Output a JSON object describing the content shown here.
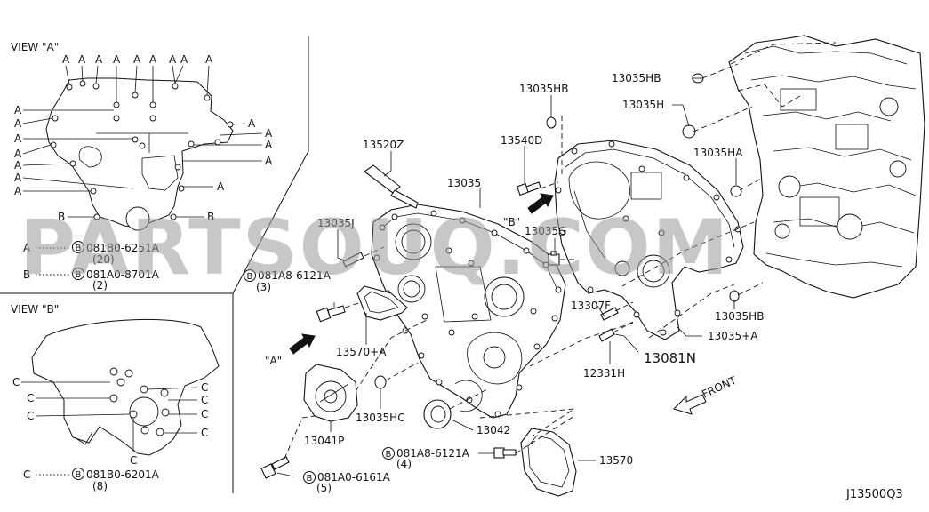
{
  "watermark": "PARTSOUQ.COM",
  "diagram_code": "J13500Q3",
  "view_a": {
    "title": "VIEW \"A\"",
    "letter": "A",
    "letter_b": "B",
    "legend": [
      {
        "key": "A",
        "circled": "B",
        "part": "081B0-6251A",
        "qty": "(20)"
      },
      {
        "key": "B",
        "circled": "B",
        "part": "081A0-8701A",
        "qty": "(2)"
      }
    ]
  },
  "view_b": {
    "title": "VIEW \"B\"",
    "letter": "C",
    "legend": [
      {
        "key": "C",
        "circled": "B",
        "part": "081B0-6201A",
        "qty": "(8)"
      }
    ]
  },
  "callouts": {
    "p13035HB_top": "13035HB",
    "p13035H": "13035H",
    "p13035HA": "13035HA",
    "p13035HB_mid": "13035HB",
    "p13035HB_bottom": "13035HB",
    "p13540D": "13540D",
    "p13520Z": "13520Z",
    "p13035": "13035",
    "p13035J": "13035J",
    "p13035G": "13035G",
    "bolt_3_circ": "B",
    "bolt_3": "081A8-6121A",
    "bolt_3_qty": "(3)",
    "p13570A": "13570+A",
    "p13307F": "13307F",
    "p13081N": "13081N",
    "p13035A": "13035+A",
    "p12331H": "12331H",
    "p13035HC": "13035HC",
    "p13041P": "13041P",
    "p13042": "13042",
    "bolt_4_circ": "B",
    "bolt_4": "081A8-6121A",
    "bolt_4_qty": "(4)",
    "p13570": "13570",
    "bolt_5_circ": "B",
    "bolt_5": "081A0-6161A",
    "bolt_5_qty": "(5)",
    "arrow_a": "\"A\"",
    "arrow_b": "\"B\"",
    "front": "FRONT"
  }
}
